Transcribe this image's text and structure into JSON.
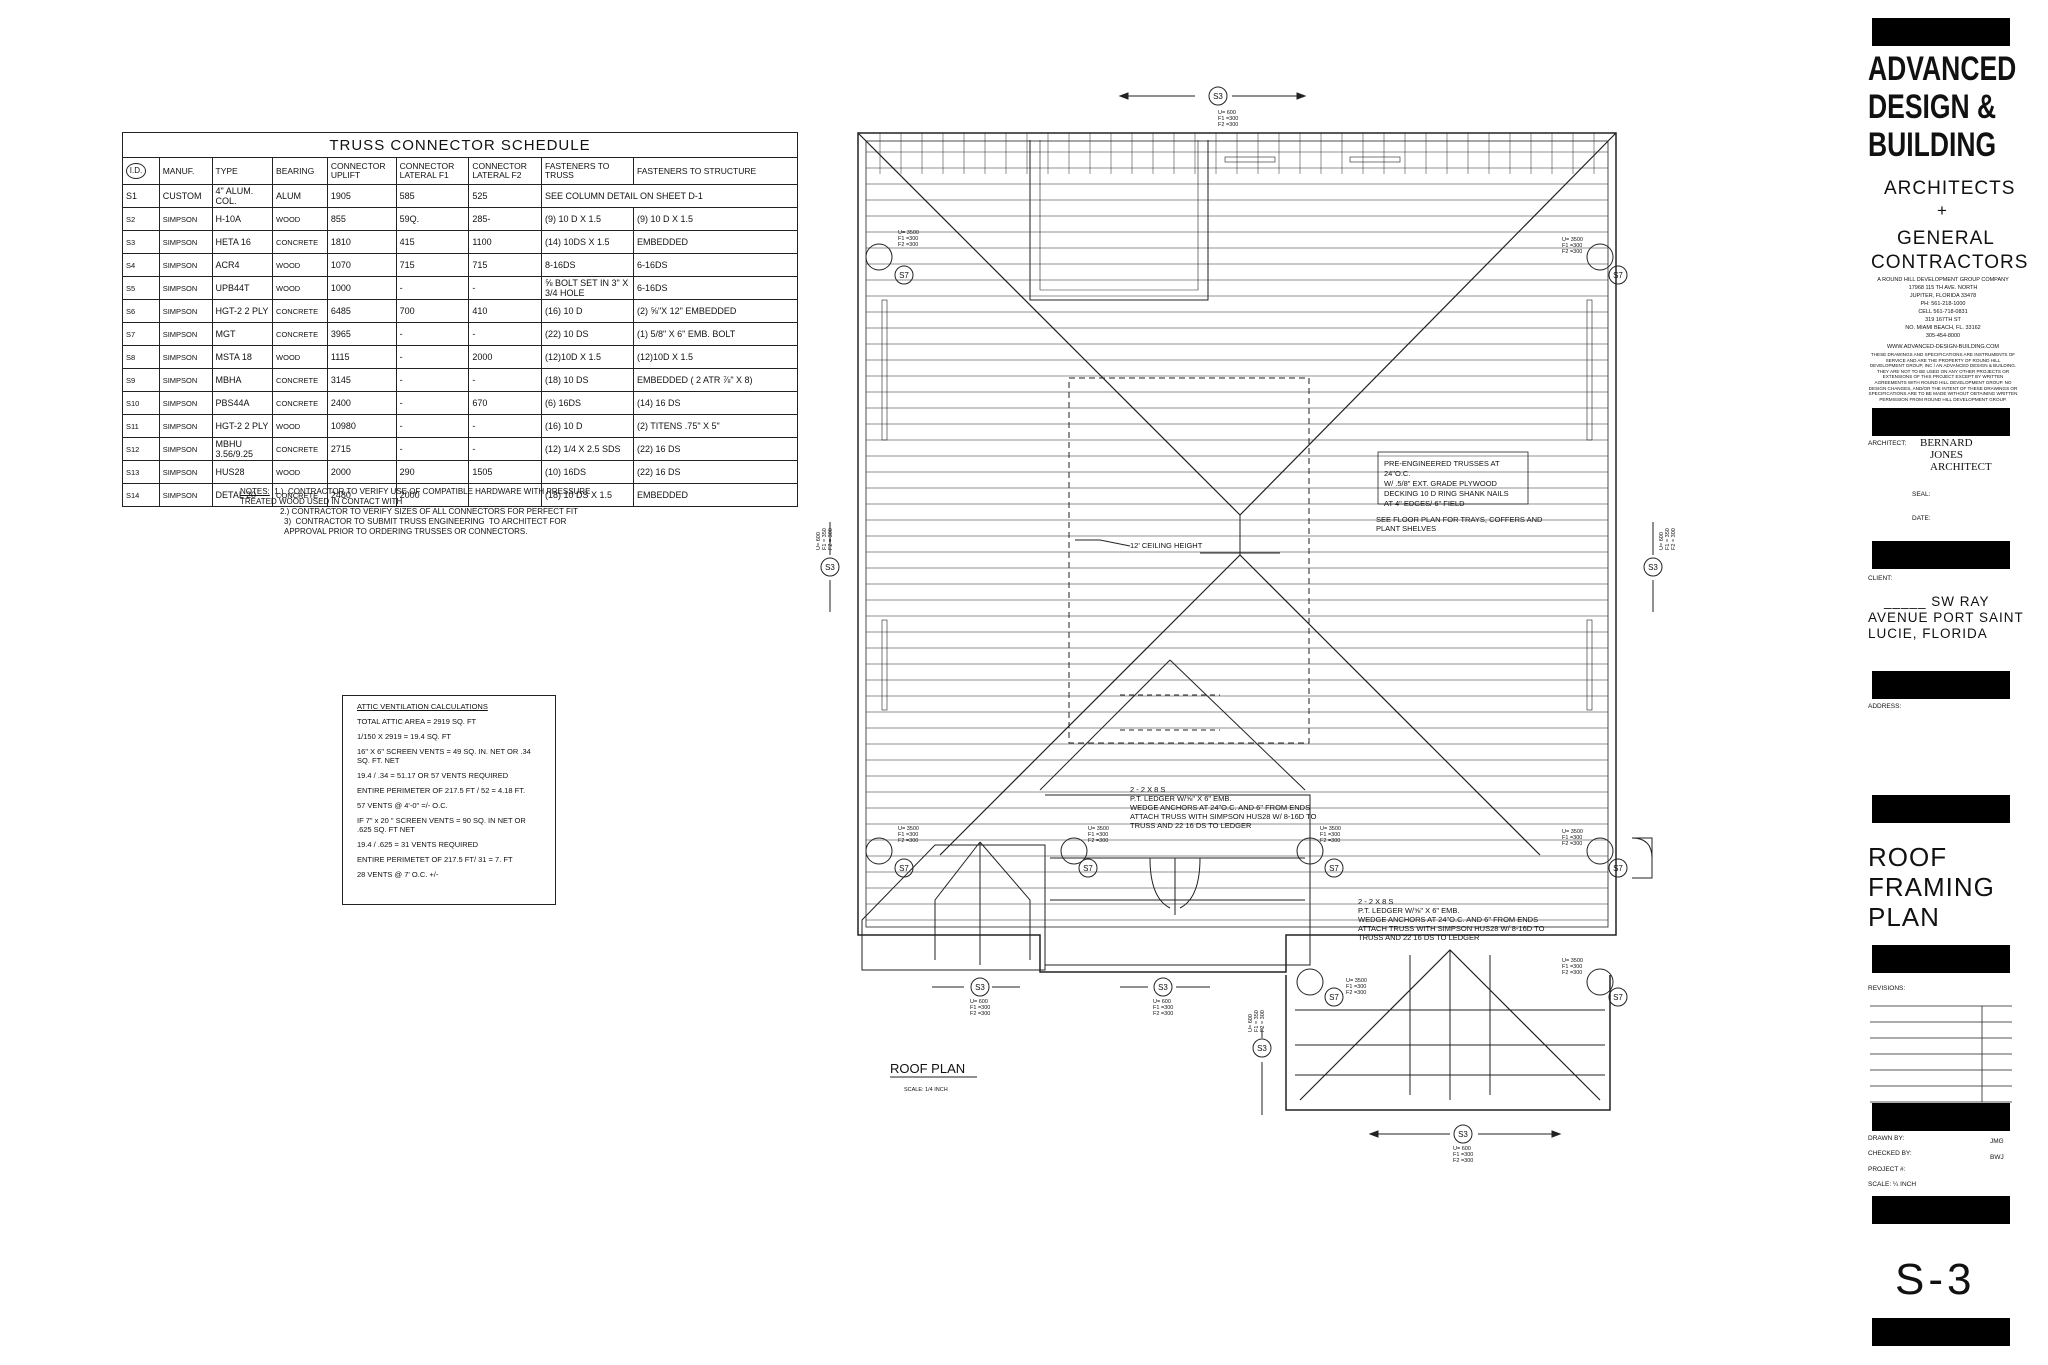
{
  "schedule": {
    "title": "TRUSS CONNECTOR SCHEDULE",
    "headers": [
      "I.D.",
      "MANUF.",
      "TYPE",
      "BEARING",
      "CONNECTOR UPLIFT",
      "CONNECTOR LATERAL F1",
      "CONNECTOR LATERAL F2",
      "FASTENERS TO TRUSS",
      "FASTENERS TO STRUCTURE"
    ],
    "rows": [
      [
        "S1",
        "CUSTOM",
        "4\" ALUM. COL.",
        "ALUM",
        "1905",
        "585",
        "525",
        "SEE COLUMN DETAIL ON SHEET D-1",
        ""
      ],
      [
        "S2",
        "SIMPSON",
        "H-10A",
        "WOOD",
        "855",
        "59Q.",
        "285-",
        "(9)  10 D X 1.5",
        "(9)  10 D X 1.5"
      ],
      [
        "S3",
        "SIMPSON",
        "HETA 16",
        "CONCRETE",
        "1810",
        "415",
        "1100",
        "(14) 10DS X 1.5",
        "EMBEDDED"
      ],
      [
        "S4",
        "SIMPSON",
        "ACR4",
        "WOOD",
        "1070",
        "715",
        "715",
        "8-16DS",
        "6-16DS"
      ],
      [
        "S5",
        "SIMPSON",
        "UPB44T",
        "WOOD",
        "1000",
        "-",
        "-",
        "⅝ BOLT SET IN 3\" X 3/4 HOLE",
        "6-16DS"
      ],
      [
        "S6",
        "SIMPSON",
        "HGT-2 2 PLY",
        "CONCRETE",
        "6485",
        "700",
        "410",
        "(16)  10 D",
        "(2)  ⅝\"X 12\" EMBEDDED"
      ],
      [
        "S7",
        "SIMPSON",
        "MGT",
        "CONCRETE",
        "3965",
        "-",
        "-",
        "(22) 10 DS",
        "(1) 5/8\" X 6\" EMB. BOLT"
      ],
      [
        "S8",
        "SIMPSON",
        "MSTA 18",
        "WOOD",
        "1115",
        "-",
        "2000",
        "(12)10D X 1.5",
        "(12)10D X 1.5"
      ],
      [
        "S9",
        "SIMPSON",
        "MBHA",
        "CONCRETE",
        "3145",
        "-",
        "-",
        "(18) 10 DS",
        "EMBEDDED ( 2 ATR ⅞\" X 8)"
      ],
      [
        "S10",
        "SIMPSON",
        "PBS44A",
        "CONCRETE",
        "2400",
        "-",
        "670",
        "(6) 16DS",
        "(14) 16 DS"
      ],
      [
        "S11",
        "SIMPSON",
        "HGT-2 2 PLY",
        "WOOD",
        "10980",
        "-",
        "-",
        "(16)  10 D",
        "(2)  TITENS .75\" X 5\""
      ],
      [
        "S12",
        "SIMPSON",
        "MBHU 3.56/9.25",
        "CONCRETE",
        "2715",
        "-",
        "-",
        "(12) 1/4 X 2.5 SDS",
        "(22) 16 DS"
      ],
      [
        "S13",
        "SIMPSON",
        "HUS28",
        "WOOD",
        "2000",
        "290",
        "1505",
        "(10) 16DS",
        "(22) 16 DS"
      ],
      [
        "S14",
        "SIMPSON",
        "DETAL 20",
        "CONCRETE",
        "2480",
        "2000",
        "",
        "(18) 10 DS X 1.5",
        "EMBEDDED"
      ]
    ],
    "notes_label": "NOTES:",
    "notes": [
      "1.)  CONTRACTOR TO VERIFY USE OF COMPATIBLE HARDWARE WITH PRESSURE",
      "TREATED WOOD USED IN CONTACT WITH",
      "2.) CONTRACTOR TO VERIFY SIZES OF ALL CONNECTORS FOR PERFECT FIT",
      "3)  CONTRACTOR TO SUBMIT TRUSS ENGINEERING  TO ARCHITECT FOR",
      "APPROVAL PRIOR TO ORDERING TRUSSES OR CONNECTORS."
    ]
  },
  "attic": {
    "heading": "ATTIC VENTILATION CALCULATIONS",
    "lines": [
      "TOTAL ATTIC AREA = 2919 SQ. FT",
      "1/150  X  2919  =  19.4 SQ. FT",
      "16\" X 6\" SCREEN VENTS = 49 SQ. IN. NET OR .34 SQ. FT. NET",
      "19.4 / .34 = 51.17 OR 57 VENTS REQUIRED",
      "ENTIRE PERIMETER OF 217.5 FT / 52 = 4.18 FT.",
      "57 VENTS @ 4'-0\" =/- O.C.",
      "IF  7\"  x 20 \" SCREEN VENTS = 90 SQ. IN NET OR .625 SQ. FT NET",
      "19.4 / .625 = 31 VENTS REQUIRED",
      "ENTIRE PERIMETET OF 217.5 FT/ 31 = 7. FT",
      "28 VENTS @ 7' O.C.  +/-"
    ]
  },
  "plan": {
    "title": "ROOF PLAN",
    "scale": "SCALE: 1/4 INCH",
    "ceiling": "12' CEILING HEIGHT",
    "note_trusses": "PRE-ENGINEERED TRUSSES AT 24\"O.C. W/ .5/8\" EXT. GRADE PLYWOOD DECKING 10 D RING SHANK NAILS AT 4\" EDGES/ 6\" FIELD",
    "note_floor": "SEE FLOOR PLAN FOR TRAYS, COFFERS AND PLANT SHELVES",
    "note_ledger1_l1": "2 - 2 X 8 S",
    "note_ledger1_l2": "P.T. LEDGER W/⅝\" X 6\" EMB.",
    "note_ledger1_l3": "WEDGE ANCHORS AT 24\"O.C. AND 6\" FROM ENDS",
    "note_ledger1_l4": "ATTACH TRUSS WITH SIMPSON HUS28 W/ 8-16D TO",
    "note_ledger1_l5": "TRUSS AND 22 16 DS TO LEDGER",
    "note_ledger2_l1": "2 - 2 X 8 S",
    "note_ledger2_l2": "P.T. LEDGER W/⅝\" X 6\" EMB.",
    "note_ledger2_l3": "WEDGE ANCHORS AT 24\"O.C. AND 6\" FROM ENDS",
    "note_ledger2_l4": "ATTACH TRUSS WITH SIMPSON HUS28 W/ 8-16D TO",
    "note_ledger2_l5": "TRUSS AND 22 16 DS TO LEDGER",
    "tag_s3": "S3",
    "tag_s7": "S7",
    "load_u600": "U= 600",
    "load_u3500": "U= 3500",
    "load_f1": "F1 =300",
    "load_f2": "F2 =300",
    "load_f1b": "F1 = 350",
    "load_f2b": "F2 = 300"
  },
  "titleblock": {
    "firm_l1": "ADVANCED",
    "firm_l2": "DESIGN &",
    "firm_l3": "BUILDING",
    "sub_l1": "ARCHITECTS",
    "sub_l2": "+",
    "sub_l3": "GENERAL",
    "sub_l4": "CONTRACTORS",
    "company": "A ROUND HILL DEVELOPMENT GROUP COMPANY",
    "addr1": "17968 115 TH AVE. NORTH",
    "addr2": "JUPITER, FLORIDA  33478",
    "phone": "PH: 561-218-1000",
    "cell": "CELL 561-718-0831",
    "addr3": "319 167TH ST",
    "addr4": "NO. MIAMI BEACH, FL. 33162",
    "phone2": "305-454-8000",
    "web": "WWW.ADVANCED-DESIGN-BUILDING.COM",
    "disclaimer": "THESE DRAWINGS AND SPECIFICATIONS ARE INSTRUMENTS OF SERVICE AND ARE THE PROPERTY OF ROUND HILL DEVELOPMENT GROUP, INC / AN ADVANCED DESIGN & BUILDING. THEY ARE NOT TO BE USED ON ANY OTHER PROJECTS OR EXTENSIONS OF THIS PROJECT EXCEPT BY WRITTEN AGREEMENTS WITH ROUND HILL DEVELOPMENT GROUP. NO DESIGN CHANGES, AND/OR THE INTENT OF THESE DRAWINGS OR SPECIFICATIONS ARE TO BE MADE WITHOUT OBTAINING WRITTEN PERMISSION FROM ROUND HILL DEVELOPMENT GROUP.",
    "architect_label": "ARCHITECT:",
    "architect_l1": "BERNARD",
    "architect_l2": "JONES",
    "architect_l3": "ARCHITECT",
    "seal_label": "SEAL:",
    "date_label": "DATE:",
    "client_label": "CLIENT:",
    "client_l1": "_____ SW RAY",
    "client_l2": "AVENUE PORT SAINT",
    "client_l3": "LUCIE, FLORIDA",
    "address_label": "ADDRESS:",
    "sheet_title_l1": "ROOF",
    "sheet_title_l2": "FRAMING",
    "sheet_title_l3": "PLAN",
    "revisions_label": "REVISIONS:",
    "drawn_label": "DRAWN BY:",
    "drawn_value": "JMG",
    "checked_label": "CHECKED BY:",
    "checked_value": "BWJ",
    "project_label": "PROJECT #:",
    "scale_label": "SCALE: ¼ INCH",
    "sheet_no": "S-3"
  }
}
